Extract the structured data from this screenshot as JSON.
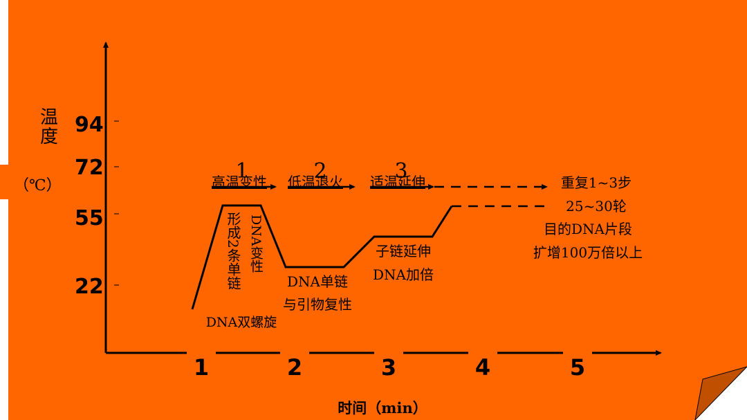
{
  "colors": {
    "slide_bg": "#FF6600",
    "fold": "#C05000",
    "edge": "#000000",
    "ink": "#000000"
  },
  "icons": {
    "page_curl": "folded-corner-icon"
  },
  "axes": {
    "y_title_1": "温",
    "y_title_2": "度",
    "y_unit": "（℃）",
    "y_ticks": [
      "94",
      "72",
      "55",
      "22"
    ],
    "x_ticks": [
      "1",
      "2",
      "3",
      "4",
      "5"
    ],
    "x_title": "时间（min）"
  },
  "steps": {
    "n1": "1",
    "n2": "2",
    "n3": "3",
    "s1": "高温变性",
    "s2": "低温退火",
    "s3": "适温延伸"
  },
  "annotations": {
    "form_a": "形成2条单链",
    "form_b": "DNA变性",
    "double_helix": "DNA双螺旋",
    "anneal_1": "DNA单链",
    "anneal_2": "与引物复性",
    "extend_1": "子链延伸",
    "extend_2": "DNA加倍",
    "repeat_1": "重复1~3步",
    "repeat_2": "25~30轮",
    "repeat_3": "目的DNA片段",
    "repeat_4": "扩增100万倍以上"
  }
}
